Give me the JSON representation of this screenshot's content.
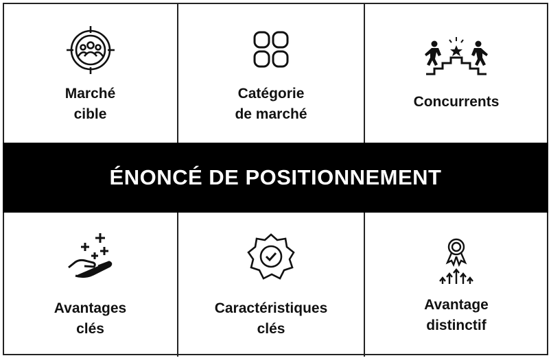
{
  "banner": {
    "title": "ÉNONCÉ DE POSITIONNEMENT"
  },
  "top_row": [
    {
      "icon": "target-audience-icon",
      "lines": [
        "Marché",
        "cible"
      ]
    },
    {
      "icon": "category-grid-icon",
      "lines": [
        "Catégorie",
        "de marché"
      ]
    },
    {
      "icon": "competitors-race-icon",
      "lines": [
        "Concurrents"
      ]
    }
  ],
  "bottom_row": [
    {
      "icon": "hand-plus-icon",
      "lines": [
        "Avantages",
        "clés"
      ]
    },
    {
      "icon": "quality-badge-icon",
      "lines": [
        "Caractéristiques",
        "clés"
      ]
    },
    {
      "icon": "award-growth-icon",
      "lines": [
        "Avantage",
        "distinctif"
      ]
    }
  ],
  "colors": {
    "banner_bg": "#000000",
    "banner_text": "#ffffff",
    "border": "#222222"
  }
}
